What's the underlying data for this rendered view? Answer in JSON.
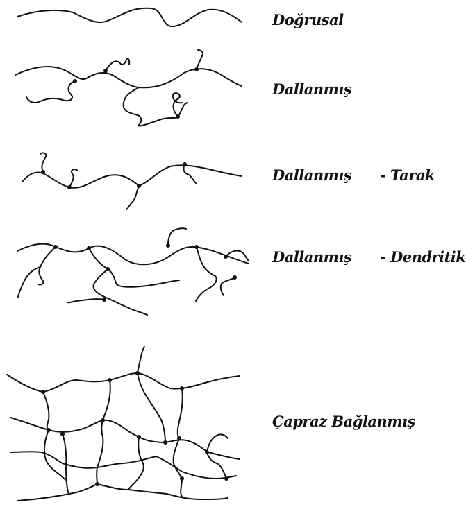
{
  "labels": {
    "linear": "Doğrusal",
    "branched": "Dallanmış",
    "comb_main": "Dallanmış",
    "comb_sub": "- Tarak",
    "dendritic_main": "Dallanmış",
    "dendritic_sub": "- Dendritik",
    "crosslinked": "Çapraz Bağlanmış"
  },
  "colors": {
    "line": "#111111",
    "background": "#ffffff"
  }
}
